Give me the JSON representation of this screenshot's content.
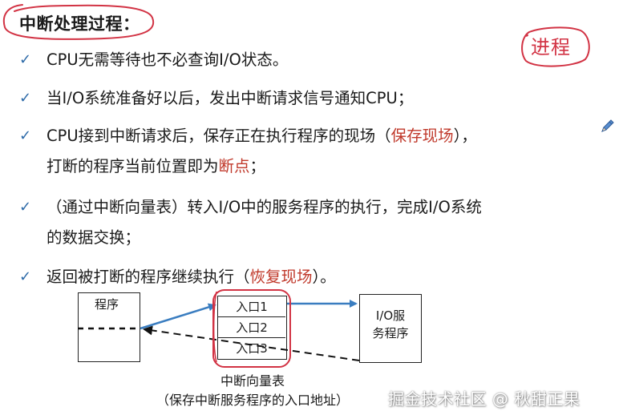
{
  "title": "中断处理过程：",
  "note": "进程",
  "bullets": [
    {
      "check": "✓",
      "line1": {
        "pre": "CPU无需等待也不必查询I/O状态。",
        "hl": "",
        "post": ""
      },
      "line2": null
    },
    {
      "check": "✓",
      "line1": {
        "pre": "当I/O系统准备好以后，发出中断请求信号通知CPU；",
        "hl": "",
        "post": ""
      },
      "line2": null
    },
    {
      "check": "✓",
      "line1": {
        "pre": "CPU接到中断请求后，保存正在执行程序的现场（",
        "hl": "保存现场",
        "post": "），"
      },
      "line2": {
        "pre": "打断的程序当前位置即为",
        "hl": "断点",
        "post": "；"
      }
    },
    {
      "check": "✓",
      "line1": {
        "pre": "（通过中断向量表）转入I/O中的服务程序的执行，完成I/O系统",
        "hl": "",
        "post": ""
      },
      "line2": {
        "pre": "的数据交换；",
        "hl": "",
        "post": ""
      }
    },
    {
      "check": "✓",
      "line1": {
        "pre": "返回被打断的程序继续执行（",
        "hl": "恢复现场",
        "post": "）。"
      },
      "line2": null
    }
  ],
  "diagram": {
    "program_label": "程序",
    "entries": [
      "入口1",
      "入口2",
      "入口3"
    ],
    "io_line1": "I/O服",
    "io_line2": "务程序",
    "caption_line1": "中断向量表",
    "caption_line2": "（保存中断服务程序的入口地址）"
  },
  "watermark": "掘金技术社区 @ 秋甜正果",
  "colors": {
    "accent_red": "#c0392b",
    "annotation_red": "#d23344",
    "check_blue": "#2d6aa8",
    "arrow_blue": "#3a7dc0"
  },
  "icons": {
    "check": "check-icon",
    "pen": "pen-icon"
  }
}
